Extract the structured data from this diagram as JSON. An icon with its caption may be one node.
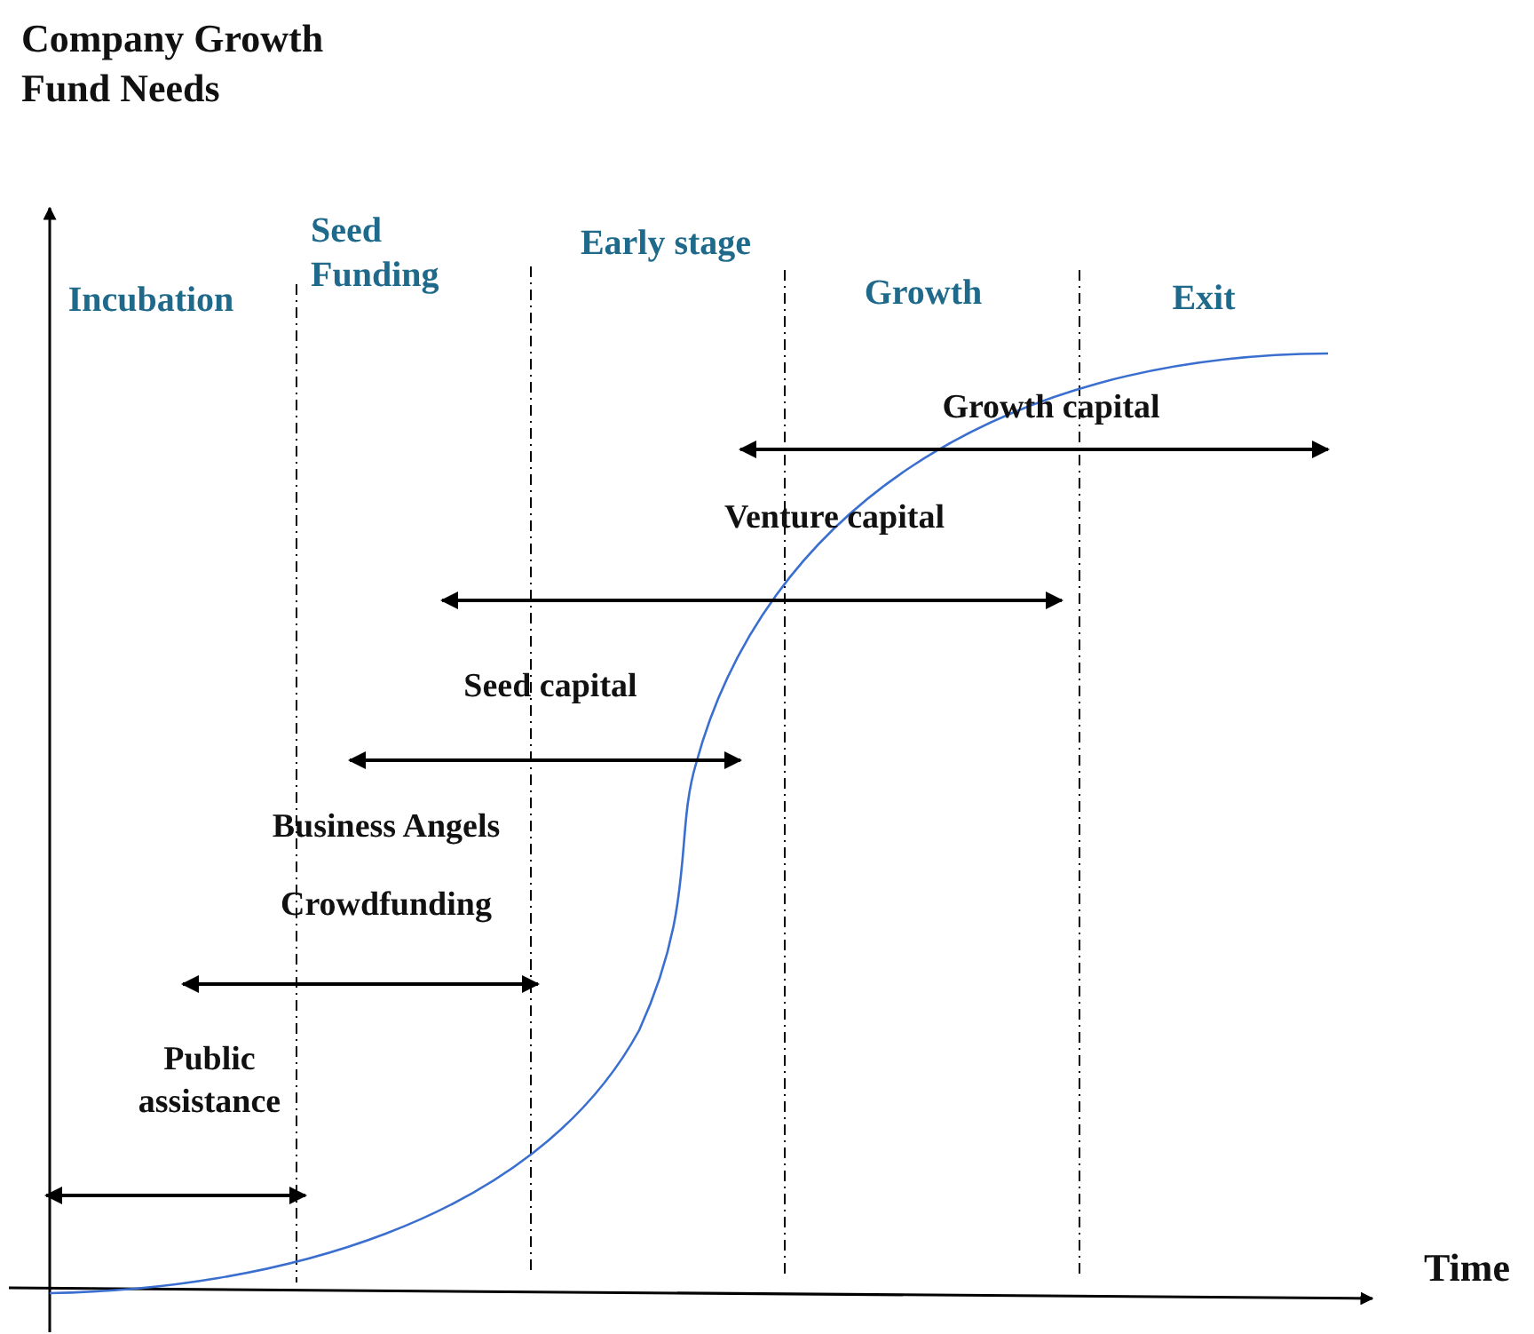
{
  "diagram": {
    "labels": [
      "Company Growth Fund Needs",
      "Incubation",
      "Seed Funding",
      "Early stage",
      "Growth",
      "Exit",
      "Growth capital",
      "Venture capital",
      "Seed capital",
      "Business Angels",
      "Crowdfunding",
      "Public assistance",
      "Time"
    ]
  }
}
